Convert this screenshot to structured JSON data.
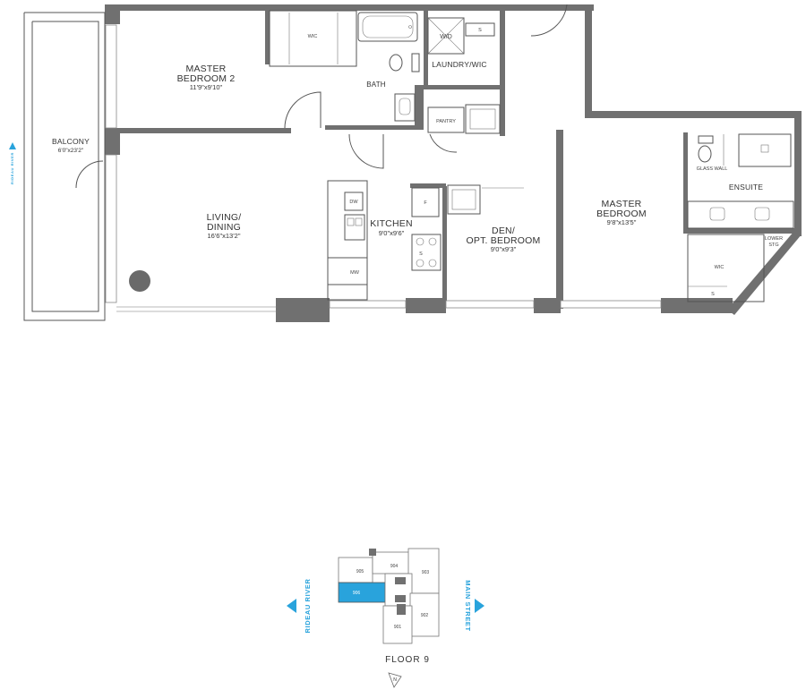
{
  "rooms": {
    "master_bedroom_2": {
      "name_line1": "MASTER",
      "name_line2": "BEDROOM 2",
      "dims": "11'9\"x9'10\""
    },
    "bath": {
      "name": "BATH"
    },
    "wic_top": {
      "name": "WIC"
    },
    "laundry": {
      "name": "LAUNDRY/WIC",
      "wd": "W/D",
      "s": "S"
    },
    "pantry": {
      "name": "PANTRY"
    },
    "balcony": {
      "name": "BALCONY",
      "dims": "6'0\"x23'2\""
    },
    "living": {
      "name_line1": "LIVING/",
      "name_line2": "DINING",
      "dims": "16'6\"x13'2\""
    },
    "kitchen": {
      "name": "KITCHEN",
      "dims": "9'0\"x9'6\"",
      "dw": "DW",
      "mw": "MW",
      "f": "F",
      "s": "S"
    },
    "den": {
      "name_line1": "DEN/",
      "name_line2": "OPT. BEDROOM",
      "dims": "9'0\"x9'3\""
    },
    "master_bedroom": {
      "name_line1": "MASTER",
      "name_line2": "BEDROOM",
      "dims": "9'8\"x13'5\""
    },
    "ensuite": {
      "name": "ENSUITE",
      "glass_wall": "GLASS WALL"
    },
    "lower_stg": {
      "line1": "LOWER",
      "line2": "STG"
    },
    "wic_right": {
      "name": "WIC",
      "s": "S"
    }
  },
  "side_label": "RIDEAU RIVER",
  "keyplan": {
    "left_street": "RIDEAU RIVER",
    "right_street": "MAIN STREET",
    "units": [
      "905",
      "904",
      "903",
      "906",
      "902",
      "901"
    ],
    "highlighted_unit": "906",
    "floor": "FLOOR 9",
    "north": "N"
  },
  "colors": {
    "accent": "#29a3dc",
    "wall": "#707070",
    "highlight": "#29a3dc"
  }
}
